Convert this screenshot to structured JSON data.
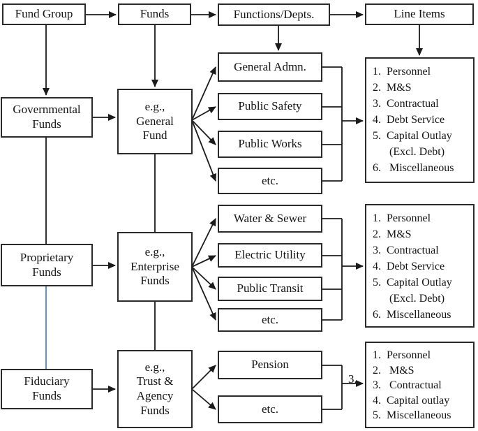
{
  "headers": {
    "fund_group": "Fund Group",
    "funds": "Funds",
    "functions_depts": "Functions/Depts.",
    "line_items": "Line Items"
  },
  "governmental": {
    "group_label": "Governmental\nFunds",
    "example_label": "e.g.,\nGeneral\nFund",
    "functions": [
      "General Admn.",
      "Public Safety",
      "Public Works",
      "etc."
    ],
    "line_items": [
      "1.  Personnel",
      "2.  M&S",
      "3.  Contractual",
      "4.  Debt Service",
      "5.  Capital Outlay\n      (Excl. Debt)",
      "6.   Miscellaneous"
    ]
  },
  "proprietary": {
    "group_label": "Proprietary\nFunds",
    "example_label": "e.g.,\nEnterprise\nFunds",
    "functions": [
      "Water & Sewer",
      "Electric Utility",
      "Public Transit",
      "etc."
    ],
    "line_items": [
      "1.  Personnel",
      "2.  M&S",
      "3.  Contractual",
      "4.  Debt Service",
      "5.  Capital Outlay\n      (Excl. Debt)",
      "6.  Miscellaneous"
    ]
  },
  "fiduciary": {
    "group_label": "Fiduciary\nFunds",
    "example_label": "e.g.,\nTrust &\nAgency\nFunds",
    "functions": [
      "Pension",
      "etc."
    ],
    "line_items": [
      "1.  Personnel",
      "2.   M&S",
      "3.   Contractual",
      "4.  Capital outlay",
      "5.  Miscellaneous"
    ]
  },
  "stray_label": "3.",
  "colors": {
    "line": "#1b1b1b",
    "blue_connector": "#4f86c6"
  }
}
